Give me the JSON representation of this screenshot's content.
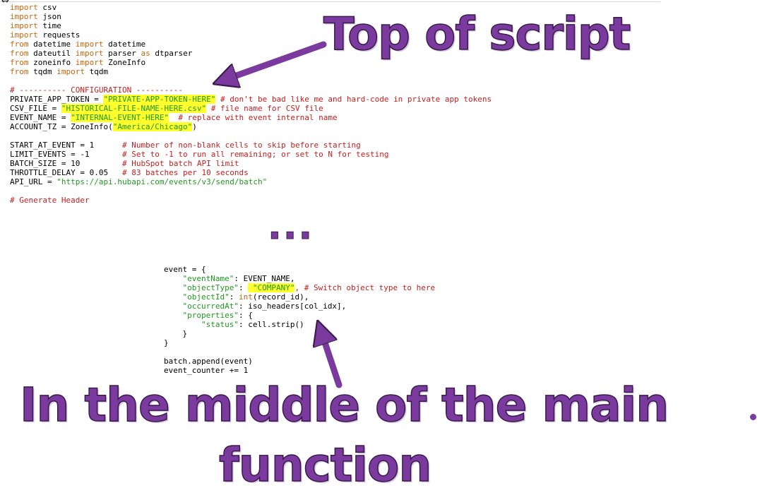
{
  "annotations": {
    "top": "Top of script",
    "ellipsis": "...",
    "middle_line1": "In the middle of the main",
    "middle_line2": "function"
  },
  "code_top": [
    [
      {
        "t": "import",
        "c": "kw"
      },
      {
        "t": " csv"
      }
    ],
    [
      {
        "t": "import",
        "c": "kw"
      },
      {
        "t": " json"
      }
    ],
    [
      {
        "t": "import",
        "c": "kw"
      },
      {
        "t": " time"
      }
    ],
    [
      {
        "t": "import",
        "c": "kw"
      },
      {
        "t": " requests"
      }
    ],
    [
      {
        "t": "from",
        "c": "kw"
      },
      {
        "t": " datetime "
      },
      {
        "t": "import",
        "c": "kw"
      },
      {
        "t": " datetime"
      }
    ],
    [
      {
        "t": "from",
        "c": "kw"
      },
      {
        "t": " dateutil "
      },
      {
        "t": "import",
        "c": "kw"
      },
      {
        "t": " parser "
      },
      {
        "t": "as",
        "c": "kw"
      },
      {
        "t": " dtparser"
      }
    ],
    [
      {
        "t": "from",
        "c": "kw"
      },
      {
        "t": " zoneinfo "
      },
      {
        "t": "import",
        "c": "kw"
      },
      {
        "t": " ZoneInfo"
      }
    ],
    [
      {
        "t": "from",
        "c": "kw"
      },
      {
        "t": " tqdm "
      },
      {
        "t": "import",
        "c": "kw"
      },
      {
        "t": " tqdm"
      }
    ],
    [],
    [
      {
        "t": "# ---------- CONFIGURATION ----------",
        "c": "cm"
      }
    ],
    [
      {
        "t": "PRIVATE_APP_TOKEN = "
      },
      {
        "t": "\"PRIVATE-APP-TOKEN-HERE\"",
        "c": "str hl"
      },
      {
        "t": " # don't be bad like me and hard-code in private app tokens",
        "c": "cm"
      }
    ],
    [
      {
        "t": "CSV_FILE = "
      },
      {
        "t": "\"HISTORICAL-FILE-NAME-HERE.csv\"",
        "c": "str hl"
      },
      {
        "t": " # file name for CSV file",
        "c": "cm"
      }
    ],
    [
      {
        "t": "EVENT_NAME = "
      },
      {
        "t": "\"INTERNAL-EVENT-HERE\"",
        "c": "str hl"
      },
      {
        "t": "  # replace with event internal name",
        "c": "cm"
      }
    ],
    [
      {
        "t": "ACCOUNT_TZ = ZoneInfo("
      },
      {
        "t": "\"America/Chicago\"",
        "c": "str hl"
      },
      {
        "t": ")"
      }
    ],
    [],
    [
      {
        "t": "START_AT_EVENT = 1      "
      },
      {
        "t": "# Number of non-blank cells to skip before starting",
        "c": "cm"
      }
    ],
    [
      {
        "t": "LIMIT_EVENTS = -1       "
      },
      {
        "t": "# Set to -1 to run all remaining; or set to N for testing",
        "c": "cm"
      }
    ],
    [
      {
        "t": "BATCH_SIZE = 10         "
      },
      {
        "t": "# HubSpot batch API limit",
        "c": "cm"
      }
    ],
    [
      {
        "t": "THROTTLE_DELAY = 0.05   "
      },
      {
        "t": "# 83 batches per 10 seconds",
        "c": "cm"
      }
    ],
    [
      {
        "t": "API_URL = "
      },
      {
        "t": "\"https://api.hubapi.com/events/v3/send/batch\"",
        "c": "str"
      }
    ],
    [],
    [
      {
        "t": "# Generate Header",
        "c": "cm"
      }
    ]
  ],
  "code_middle": [
    [
      {
        "t": "event = {"
      }
    ],
    [
      {
        "t": "    "
      },
      {
        "t": "\"eventName\"",
        "c": "str"
      },
      {
        "t": ": EVENT_NAME,"
      }
    ],
    [
      {
        "t": "    "
      },
      {
        "t": "\"objectType\"",
        "c": "str"
      },
      {
        "t": ": "
      },
      {
        "t": " \"COMPANY\"",
        "c": "str hl"
      },
      {
        "t": ", # Switch object type to here",
        "c": "cm"
      }
    ],
    [
      {
        "t": "    "
      },
      {
        "t": "\"objectId\"",
        "c": "str"
      },
      {
        "t": ": "
      },
      {
        "t": "int",
        "c": "kw"
      },
      {
        "t": "(record_id),"
      }
    ],
    [
      {
        "t": "    "
      },
      {
        "t": "\"occurredAt\"",
        "c": "str"
      },
      {
        "t": ": iso_headers[col_idx],"
      }
    ],
    [
      {
        "t": "    "
      },
      {
        "t": "\"properties\"",
        "c": "str"
      },
      {
        "t": ": {"
      }
    ],
    [
      {
        "t": "        "
      },
      {
        "t": "\"status\"",
        "c": "str"
      },
      {
        "t": ": cell.strip()"
      }
    ],
    [
      {
        "t": "    }"
      }
    ],
    [
      {
        "t": "}"
      }
    ],
    [],
    [
      {
        "t": "batch.append(event)"
      }
    ],
    [
      {
        "t": "event_counter += 1"
      }
    ]
  ],
  "colors": {
    "annotation_purple": "#7b3a9e",
    "keyword_orange": "#c8650c",
    "string_green": "#1f9a1f",
    "comment_red": "#c81e1e",
    "highlight_yellow": "#ffff2e"
  },
  "icons": {
    "cursor": "resize-cursor-icon"
  }
}
